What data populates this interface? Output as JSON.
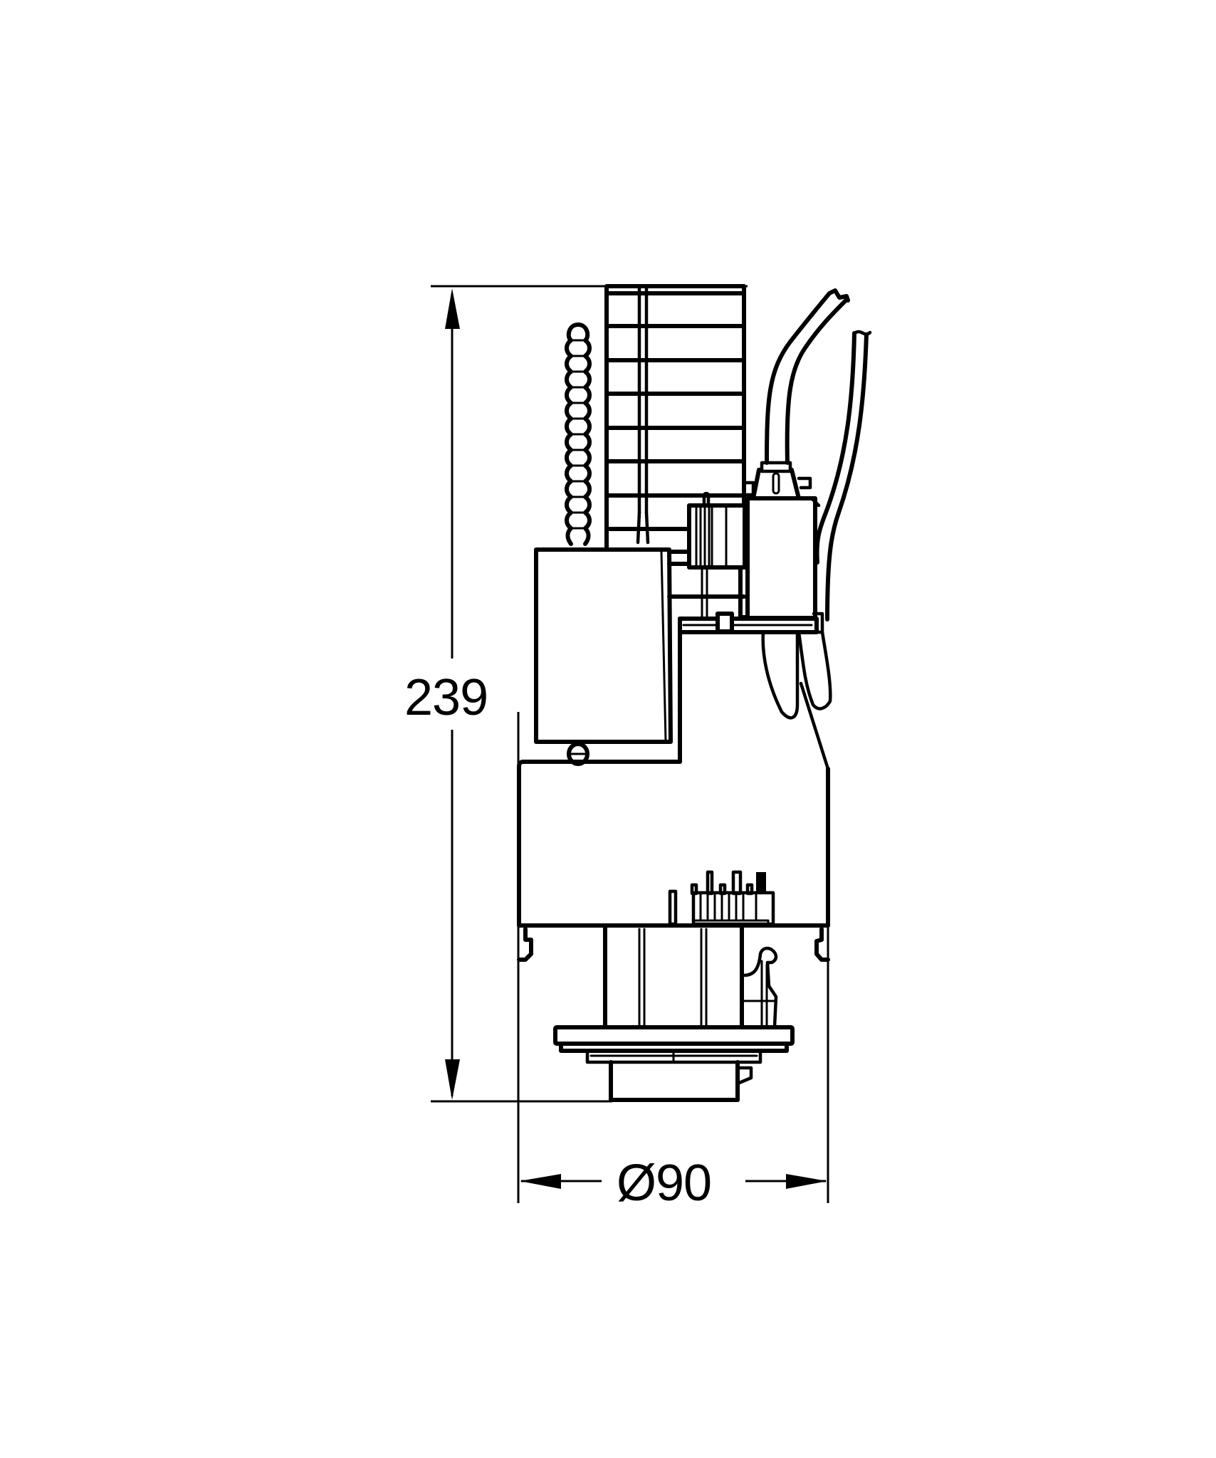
{
  "drawing": {
    "subject": "cistern flush valve with actuator module and cables",
    "line_color": "#000000",
    "background_color": "#ffffff"
  },
  "dimensions": {
    "height": {
      "value": "239",
      "orientation": "vertical"
    },
    "diameter": {
      "value": "Ø90",
      "orientation": "horizontal"
    }
  }
}
